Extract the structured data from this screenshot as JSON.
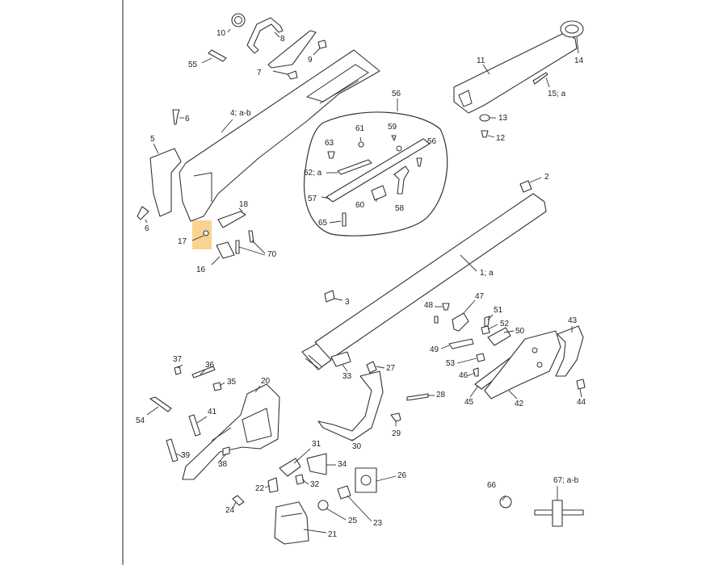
{
  "labels": {
    "l10": "10",
    "l8": "8",
    "l9": "9",
    "l7": "7",
    "l55": "55",
    "l4": "4; a-b",
    "l6a": "6",
    "l5": "5",
    "l6b": "6",
    "l18": "18",
    "l17": "17",
    "l16": "16",
    "l70": "70",
    "l56a": "56",
    "l61": "61",
    "l59": "59",
    "l63": "63",
    "l56b": "56",
    "l62": "62; a",
    "l57": "57",
    "l60": "60",
    "l58": "58",
    "l65": "65",
    "l11": "11",
    "l14": "14",
    "l15": "15; a",
    "l13": "13",
    "l12": "12",
    "l2": "2",
    "l1": "1; a",
    "l3": "3",
    "l47": "47",
    "l48": "48",
    "l51": "51",
    "l52": "52",
    "l50": "50",
    "l43": "43",
    "l49": "49",
    "l53": "53",
    "l46": "46",
    "l45": "45",
    "l42": "42",
    "l44": "44",
    "l33": "33",
    "l27": "27",
    "l28": "28",
    "l29": "29",
    "l30": "30",
    "l37": "37",
    "l36": "36",
    "l35": "35",
    "l20": "20",
    "l54": "54",
    "l41": "41",
    "l39": "39",
    "l38": "38",
    "l31": "31",
    "l34": "34",
    "l26": "26",
    "l22": "22",
    "l32": "32",
    "l24": "24",
    "l25": "25",
    "l23": "23",
    "l21": "21",
    "l66": "66",
    "l67": "67; a-b"
  },
  "colors": {
    "highlight": "#f5c66b",
    "line": "#333333",
    "divider": "#444444"
  }
}
